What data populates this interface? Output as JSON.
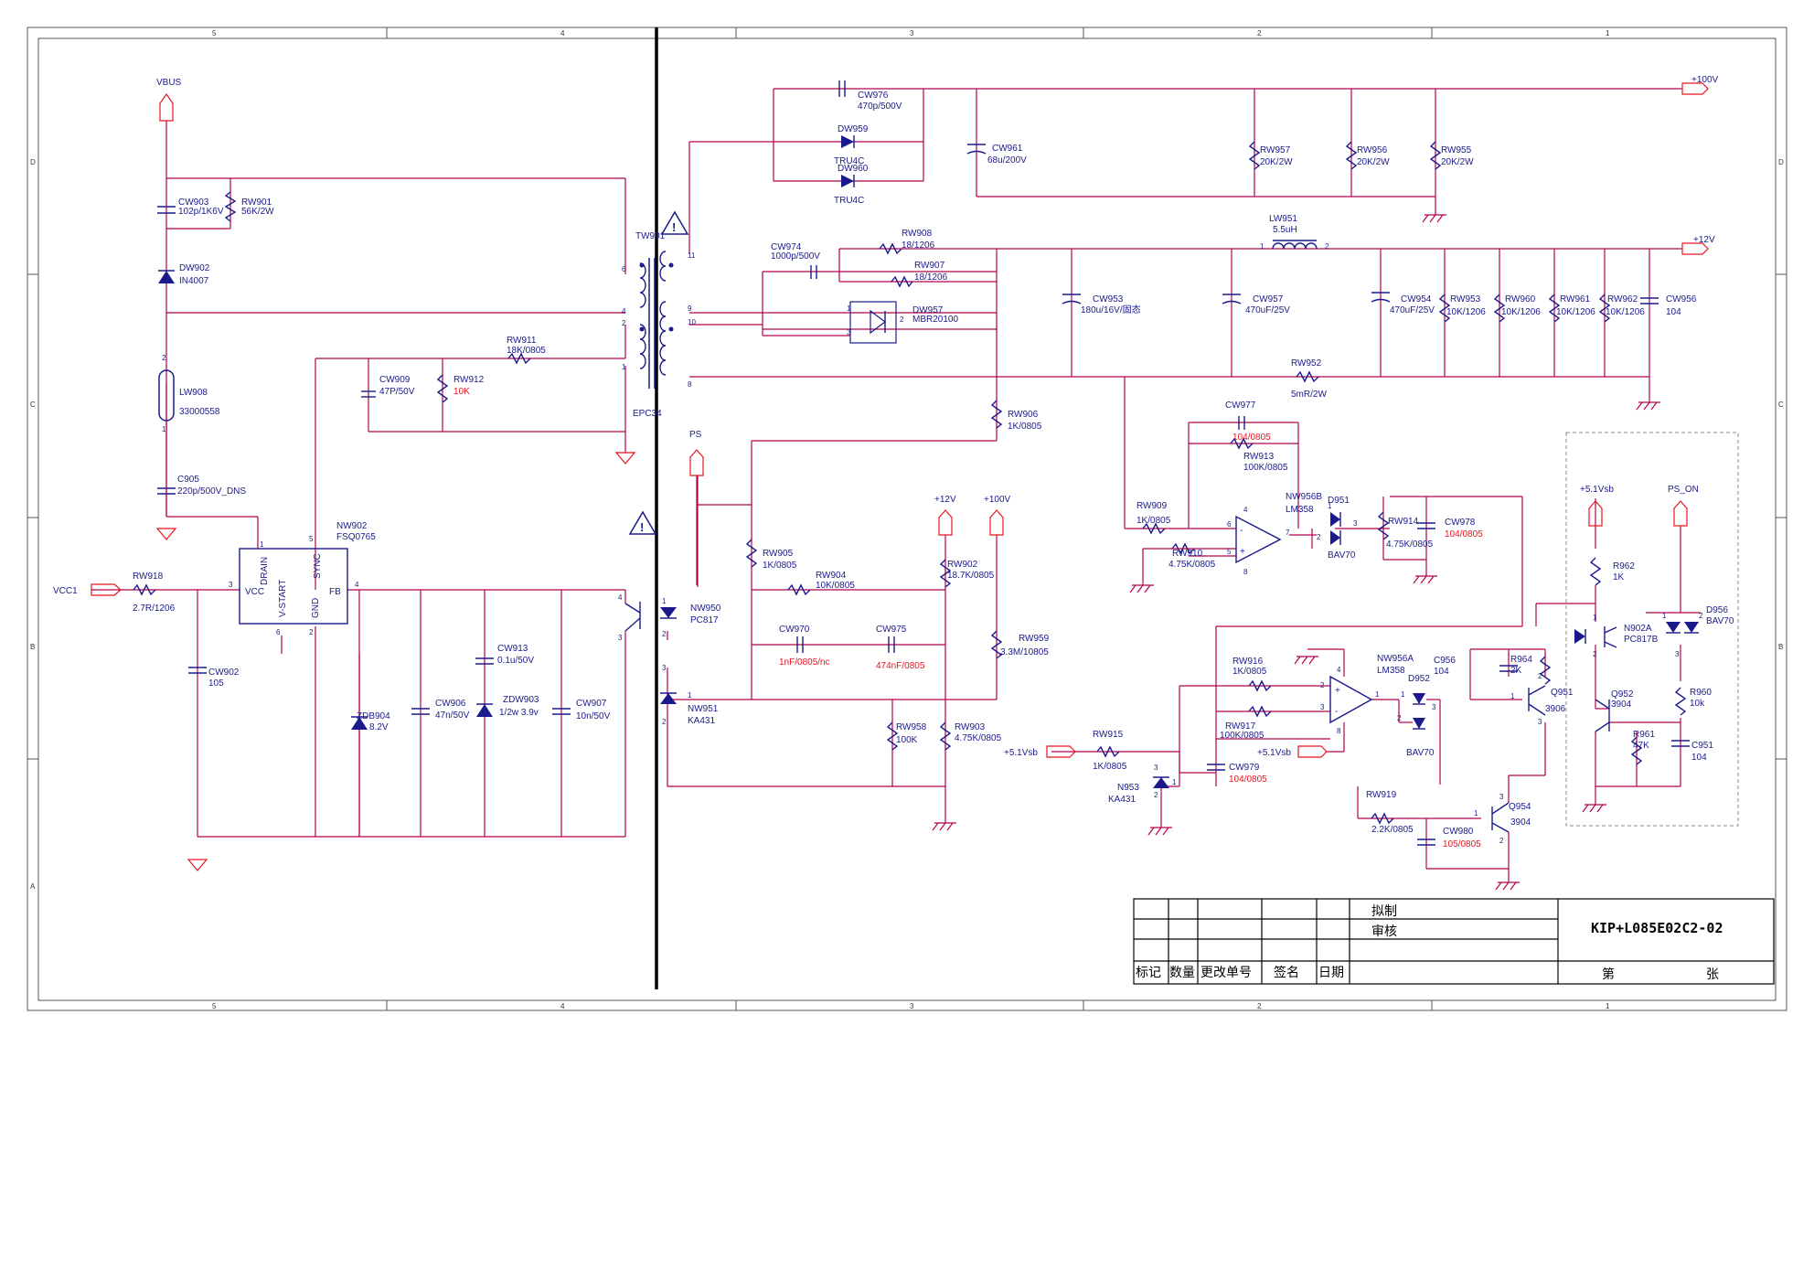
{
  "zones": {
    "columns": [
      "5",
      "4",
      "3",
      "2",
      "1"
    ],
    "rows": [
      "D",
      "C",
      "B",
      "A"
    ]
  },
  "nets": {
    "vbus": "VBUS",
    "vcc1": "VCC1",
    "p100v": "+100V",
    "p12v": "+12V",
    "ps": "PS",
    "p5vsb": "+5.1Vsb",
    "ps_on": "PS_ON"
  },
  "components": {
    "cw903": {
      "ref": "CW903",
      "val": "102p/1K6V"
    },
    "rw901": {
      "ref": "RW901",
      "val": "56K/2W"
    },
    "dw902": {
      "ref": "DW902",
      "val": "IN4007"
    },
    "lw908": {
      "ref": "LW908",
      "val": "33000558"
    },
    "c905": {
      "ref": "C905",
      "val": "220p/500V_DNS"
    },
    "nw902": {
      "ref": "NW902",
      "val": "FSQ0765"
    },
    "rw918": {
      "ref": "RW918",
      "val": "2.7R/1206"
    },
    "cw902": {
      "ref": "CW902",
      "val": "105"
    },
    "zdb904": {
      "ref": "ZDB904",
      "val": "8.2V"
    },
    "cw906": {
      "ref": "CW906",
      "val": "47n/50V"
    },
    "cw913": {
      "ref": "CW913",
      "val": "0.1u/50V"
    },
    "zdw903": {
      "ref": "ZDW903",
      "val": "1/2w 3.9v"
    },
    "cw907": {
      "ref": "CW907",
      "val": "10n/50V"
    },
    "cw909": {
      "ref": "CW909",
      "val": "47P/50V"
    },
    "rw912": {
      "ref": "RW912",
      "val": "10K"
    },
    "rw911": {
      "ref": "RW911",
      "val": "18K/0805"
    },
    "tw901": {
      "ref": "TW901",
      "val": "EPC34"
    },
    "cw976": {
      "ref": "CW976",
      "val": "470p/500V"
    },
    "dw959": {
      "ref": "DW959",
      "val": "TRU4C"
    },
    "dw960": {
      "ref": "DW960",
      "val": "TRU4C"
    },
    "cw961": {
      "ref": "CW961",
      "val": "68u/200V"
    },
    "rw957": {
      "ref": "RW957",
      "val": "20K/2W"
    },
    "rw956": {
      "ref": "RW956",
      "val": "20K/2W"
    },
    "rw955": {
      "ref": "RW955",
      "val": "20K/2W"
    },
    "cw974": {
      "ref": "CW974",
      "val": "1000p/500V"
    },
    "rw908": {
      "ref": "RW908",
      "val": "18/1206"
    },
    "rw907": {
      "ref": "RW907",
      "val": "18/1206"
    },
    "dw957": {
      "ref": "DW957",
      "val": "MBR20100"
    },
    "lw951": {
      "ref": "LW951",
      "val": "5.5uH"
    },
    "cw953": {
      "ref": "CW953",
      "val": "180u/16V/固态"
    },
    "cw957": {
      "ref": "CW957",
      "val": "470uF/25V"
    },
    "cw954": {
      "ref": "CW954",
      "val": "470uF/25V"
    },
    "rw953": {
      "ref": "RW953",
      "val": "10K/1206"
    },
    "rw960": {
      "ref": "RW960",
      "val": "10K/1206"
    },
    "rw961": {
      "ref": "RW961",
      "val": "10K/1206"
    },
    "rw962": {
      "ref": "RW962",
      "val": "10K/1206"
    },
    "cw956": {
      "ref": "CW956",
      "val": "104"
    },
    "rw952": {
      "ref": "RW952",
      "val": "5mR/2W"
    },
    "rw906": {
      "ref": "RW906",
      "val": "1K/0805"
    },
    "cw977": {
      "ref": "CW977",
      "val": "104/0805"
    },
    "rw913": {
      "ref": "RW913",
      "val": "100K/0805"
    },
    "rw909": {
      "ref": "RW909",
      "val": "1K/0805"
    },
    "rw910": {
      "ref": "RW910",
      "val": "4.75K/0805"
    },
    "nw956b": {
      "ref": "NW956B",
      "val": "LM358"
    },
    "d951": {
      "ref": "D951",
      "val": "BAV70"
    },
    "rw914": {
      "ref": "RW914",
      "val": "4.75K/0805"
    },
    "cw978": {
      "ref": "CW978",
      "val": "104/0805"
    },
    "nw950": {
      "ref": "NW950",
      "val": "PC817"
    },
    "nw951": {
      "ref": "NW951",
      "val": "KA431"
    },
    "rw905": {
      "ref": "RW905",
      "val": "1K/0805"
    },
    "rw904": {
      "ref": "RW904",
      "val": "10K/0805"
    },
    "cw970": {
      "ref": "CW970",
      "val": "1nF/0805/nc"
    },
    "cw975": {
      "ref": "CW975",
      "val": "474nF/0805"
    },
    "rw902": {
      "ref": "RW902",
      "val": "18.7K/0805"
    },
    "rw959": {
      "ref": "RW959",
      "val": "3.3M/10805"
    },
    "rw958": {
      "ref": "RW958",
      "val": "100K"
    },
    "rw903": {
      "ref": "RW903",
      "val": "4.75K/0805"
    },
    "rw915": {
      "ref": "RW915",
      "val": "1K/0805"
    },
    "n953": {
      "ref": "N953",
      "val": "KA431"
    },
    "cw979": {
      "ref": "CW979",
      "val": "104/0805"
    },
    "rw916": {
      "ref": "RW916",
      "val": "1K/0805"
    },
    "rw917": {
      "ref": "RW917",
      "val": "100K/0805"
    },
    "nw956a": {
      "ref": "NW956A",
      "val": "LM358"
    },
    "d952": {
      "ref": "D952",
      "val": "BAV70"
    },
    "c956": {
      "ref": "C956",
      "val": "104"
    },
    "r964": {
      "ref": "R964",
      "val": "2K"
    },
    "q951": {
      "ref": "Q951",
      "val": "3906"
    },
    "rw919": {
      "ref": "RW919",
      "val": "2.2K/0805"
    },
    "cw980": {
      "ref": "CW980",
      "val": "105/0805"
    },
    "q954": {
      "ref": "Q954",
      "val": "3904"
    },
    "r962": {
      "ref": "R962",
      "val": "1K"
    },
    "n902a": {
      "ref": "N902A",
      "val": "PC817B"
    },
    "d956": {
      "ref": "D956",
      "val": "BAV70"
    },
    "q952": {
      "ref": "Q952",
      "val": "3904"
    },
    "r961": {
      "ref": "R961",
      "val": "47K"
    },
    "r960": {
      "ref": "R960",
      "val": "10k"
    },
    "c951": {
      "ref": "C951",
      "val": "104"
    }
  },
  "ic_pins": {
    "drain": "DRAIN",
    "vcc": "VCC",
    "vstart": "V-START",
    "gnd": "GND",
    "sync": "SYNC",
    "fb": "FB"
  },
  "title_block": {
    "drawn": "拟制",
    "checked": "审核",
    "drawing_no": "KIP+L085E02C2-02",
    "headers": [
      "标记",
      "数量",
      "更改单号",
      "签名",
      "日期"
    ],
    "sheet_label": "第",
    "sheet_unit": "张"
  }
}
